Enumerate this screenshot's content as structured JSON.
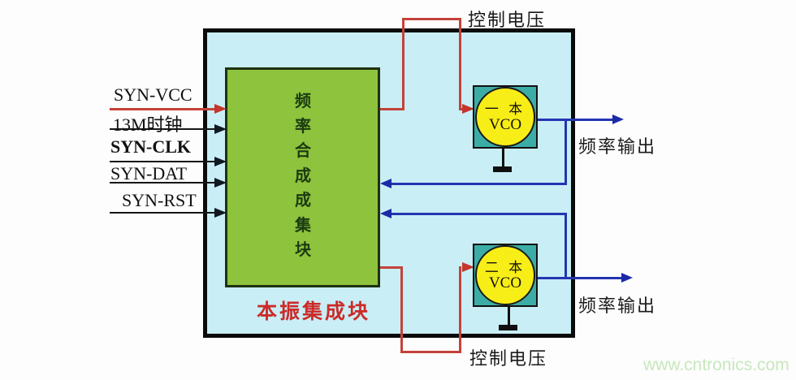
{
  "diagram": {
    "inputs": [
      {
        "label": "SYN-VCC"
      },
      {
        "label": "13M时钟"
      },
      {
        "label": "SYN-CLK"
      },
      {
        "label": "SYN-DAT"
      },
      {
        "label": "SYN-RST"
      }
    ],
    "synth_block": {
      "vertical_label": "频率合成成集块"
    },
    "box_caption": "本振集成块",
    "vco1": {
      "line1": "一 本",
      "line2": "VCO"
    },
    "vco2": {
      "line1": "二 本",
      "line2": "VCO"
    },
    "labels": {
      "control_voltage_top": "控制电压",
      "control_voltage_bottom": "控制电压",
      "freq_output_top": "频率输出",
      "freq_output_bottom": "频率输出"
    },
    "watermark": "www.cntronics.com",
    "colors": {
      "box_fill": "#c9eef6",
      "block_fill": "#8dc33d",
      "block_text": "#1c3a10",
      "vco_square": "#3cada6",
      "vco_circle": "#f8ee17",
      "wire_red": "#c4423a",
      "wire_blue": "#2236b2",
      "wire_black": "#151515",
      "caption_red": "#cc2a28",
      "watermark_green": "#c8e7bd"
    }
  }
}
